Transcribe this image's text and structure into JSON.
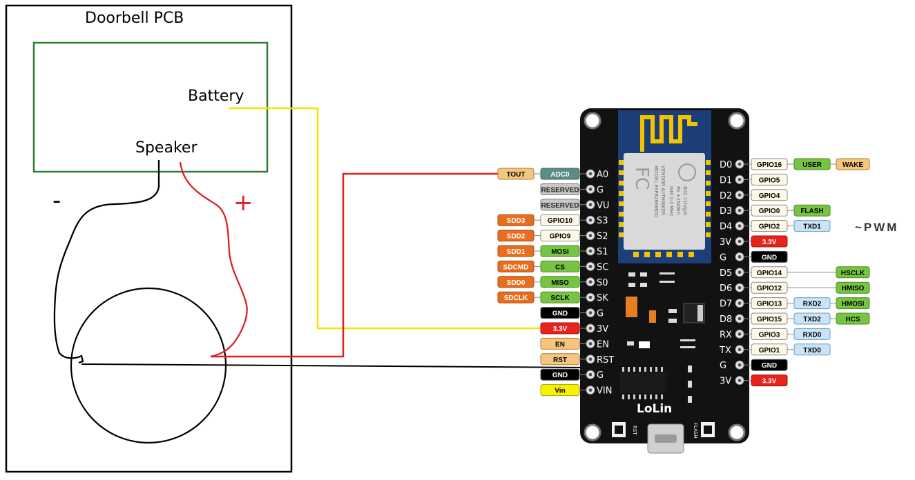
{
  "doorbell": {
    "title": "Doorbell PCB",
    "battery_label": "Battery",
    "speaker_label": "Speaker",
    "minus_sign": "-",
    "plus_sign": "+"
  },
  "board": {
    "name": "LoLin",
    "rst_button_label": "RST",
    "flash_button_label": "FLASH",
    "pwm_note": "~PWM",
    "module_text": [
      "MODEL  ESP8266MOD",
      "VENDOR  AI-THINKER",
      "ISM  2.4 MHz",
      "PA  +25dBm",
      "802.11b/g/n"
    ],
    "left_pins": [
      {
        "pin": "A0",
        "tags": [
          {
            "text": "TOUT",
            "style": "tan"
          },
          {
            "text": "ADC0",
            "style": "teal"
          }
        ]
      },
      {
        "pin": "G",
        "tags": [
          {
            "text": "RESERVED",
            "style": "grey"
          }
        ]
      },
      {
        "pin": "VU",
        "tags": [
          {
            "text": "RESERVED",
            "style": "grey"
          }
        ]
      },
      {
        "pin": "S3",
        "tags": [
          {
            "text": "SDD3",
            "style": "orange"
          },
          {
            "text": "GPIO10",
            "style": "white"
          }
        ]
      },
      {
        "pin": "S2",
        "tags": [
          {
            "text": "SDD2",
            "style": "orange"
          },
          {
            "text": "GPIO9",
            "style": "white"
          }
        ]
      },
      {
        "pin": "S1",
        "tags": [
          {
            "text": "SDD1",
            "style": "orange"
          },
          {
            "text": "MOSI",
            "style": "green"
          }
        ]
      },
      {
        "pin": "SC",
        "tags": [
          {
            "text": "SDCMD",
            "style": "orange"
          },
          {
            "text": "CS",
            "style": "green"
          }
        ]
      },
      {
        "pin": "S0",
        "tags": [
          {
            "text": "SDD0",
            "style": "orange"
          },
          {
            "text": "MISO",
            "style": "green"
          }
        ]
      },
      {
        "pin": "SK",
        "tags": [
          {
            "text": "SDCLK",
            "style": "orange"
          },
          {
            "text": "SCLK",
            "style": "green"
          }
        ]
      },
      {
        "pin": "G",
        "tags": [
          {
            "text": "GND",
            "style": "black"
          }
        ]
      },
      {
        "pin": "3V",
        "tags": [
          {
            "text": "3.3V",
            "style": "red"
          }
        ]
      },
      {
        "pin": "EN",
        "tags": [
          {
            "text": "EN",
            "style": "tan"
          }
        ]
      },
      {
        "pin": "RST",
        "tags": [
          {
            "text": "RST",
            "style": "tan"
          }
        ]
      },
      {
        "pin": "G",
        "tags": [
          {
            "text": "GND",
            "style": "black"
          }
        ]
      },
      {
        "pin": "VIN",
        "tags": [
          {
            "text": "Vin",
            "style": "yellow"
          }
        ]
      }
    ],
    "right_pins": [
      {
        "pin": "D0",
        "tags": [
          {
            "text": "GPIO16",
            "style": "white"
          },
          {
            "text": "USER",
            "style": "green"
          },
          {
            "text": "WAKE",
            "style": "tan"
          }
        ]
      },
      {
        "pin": "D1",
        "tags": [
          {
            "text": "GPIO5",
            "style": "white"
          }
        ]
      },
      {
        "pin": "D2",
        "tags": [
          {
            "text": "GPIO4",
            "style": "white"
          }
        ]
      },
      {
        "pin": "D3",
        "tags": [
          {
            "text": "GPIO0",
            "style": "white"
          },
          {
            "text": "FLASH",
            "style": "green"
          }
        ]
      },
      {
        "pin": "D4",
        "tags": [
          {
            "text": "GPIO2",
            "style": "white"
          },
          {
            "text": "TXD1",
            "style": "blue"
          }
        ]
      },
      {
        "pin": "3V",
        "tags": [
          {
            "text": "3.3V",
            "style": "red"
          }
        ]
      },
      {
        "pin": "G",
        "tags": [
          {
            "text": "GND",
            "style": "black"
          }
        ]
      },
      {
        "pin": "D5",
        "tags": [
          {
            "text": "GPIO14",
            "style": "white"
          },
          {
            "text": "HSCLK",
            "style": "green",
            "far": true
          }
        ]
      },
      {
        "pin": "D6",
        "tags": [
          {
            "text": "GPIO12",
            "style": "white"
          },
          {
            "text": "HMISO",
            "style": "green",
            "far": true
          }
        ]
      },
      {
        "pin": "D7",
        "tags": [
          {
            "text": "GPIO13",
            "style": "white"
          },
          {
            "text": "RXD2",
            "style": "blue"
          },
          {
            "text": "HMOSI",
            "style": "green"
          }
        ]
      },
      {
        "pin": "D8",
        "tags": [
          {
            "text": "GPIO15",
            "style": "white"
          },
          {
            "text": "TXD2",
            "style": "blue"
          },
          {
            "text": "HCS",
            "style": "green"
          }
        ]
      },
      {
        "pin": "RX",
        "tags": [
          {
            "text": "GPIO3",
            "style": "white"
          },
          {
            "text": "RXD0",
            "style": "blue"
          }
        ]
      },
      {
        "pin": "TX",
        "tags": [
          {
            "text": "GPIO1",
            "style": "white"
          },
          {
            "text": "TXD0",
            "style": "blue"
          }
        ]
      },
      {
        "pin": "G",
        "tags": [
          {
            "text": "GND",
            "style": "black"
          }
        ]
      },
      {
        "pin": "3V",
        "tags": [
          {
            "text": "3.3V",
            "style": "red"
          }
        ]
      }
    ]
  },
  "colors": {
    "pcb_outline": "#2e7d32",
    "battery_wire": "#f5e400",
    "positive_wire": "#e02020",
    "negative_wire": "#000000",
    "board_body": "#121212",
    "antenna": "#f2c400"
  }
}
